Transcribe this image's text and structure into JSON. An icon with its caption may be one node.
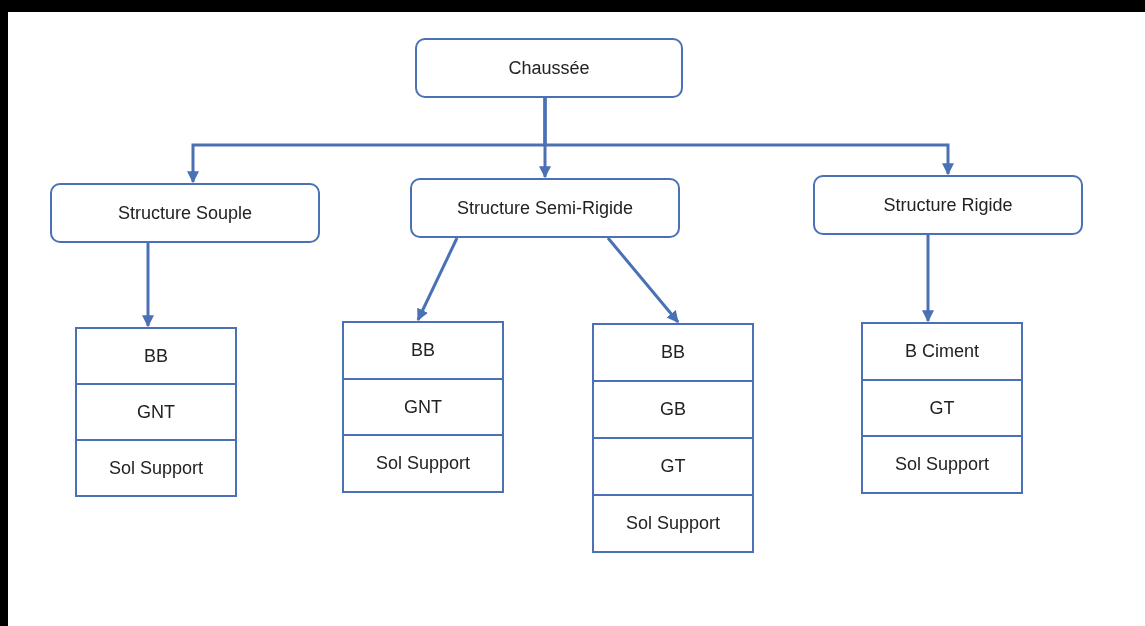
{
  "diagram": {
    "nodes": [
      {
        "text": [
          "Chaussée"
        ]
      },
      {
        "text": [
          "Structure Souple"
        ]
      },
      {
        "text": [
          "Structure Semi-Rigide"
        ]
      },
      {
        "text": [
          "Structure Rigide"
        ]
      },
      {
        "text": [],
        "shape": "box"
      },
      {
        "text": [
          "BB"
        ],
        "in": 4
      },
      {
        "text": [
          "GNT"
        ],
        "in": 4
      },
      {
        "text": [
          "Sol Support"
        ],
        "in": 4
      },
      {
        "text": [],
        "shape": "box"
      },
      {
        "text": [
          "BB"
        ],
        "in": 8
      },
      {
        "text": [
          "GNT"
        ],
        "in": 8
      },
      {
        "text": [
          "Sol Support"
        ],
        "in": 8
      },
      {
        "text": [],
        "shape": "box"
      },
      {
        "text": [
          "BB"
        ],
        "in": 12
      },
      {
        "text": [
          "GB"
        ],
        "in": 12
      },
      {
        "text": [
          "GT"
        ],
        "in": 12
      },
      {
        "text": [
          "Sol Support"
        ],
        "in": 12
      },
      {
        "text": [],
        "shape": "box"
      },
      {
        "text": [
          "B Ciment"
        ],
        "in": 17
      },
      {
        "text": [
          "GT"
        ],
        "in": 17
      },
      {
        "text": [
          "Sol Support"
        ],
        "in": 17
      }
    ],
    "edges": [
      {
        "from": 0,
        "to": 1,
        "arrow": "to"
      },
      {
        "from": 0,
        "to": 2,
        "arrow": "to"
      },
      {
        "from": 0,
        "to": 3,
        "arrow": "to"
      },
      {
        "from": 1,
        "to": 4,
        "arrow": "to"
      },
      {
        "from": 2,
        "to": 8,
        "arrow": "to"
      },
      {
        "from": 2,
        "to": 12,
        "arrow": "to"
      },
      {
        "from": 3,
        "to": 17,
        "arrow": "to"
      }
    ]
  }
}
